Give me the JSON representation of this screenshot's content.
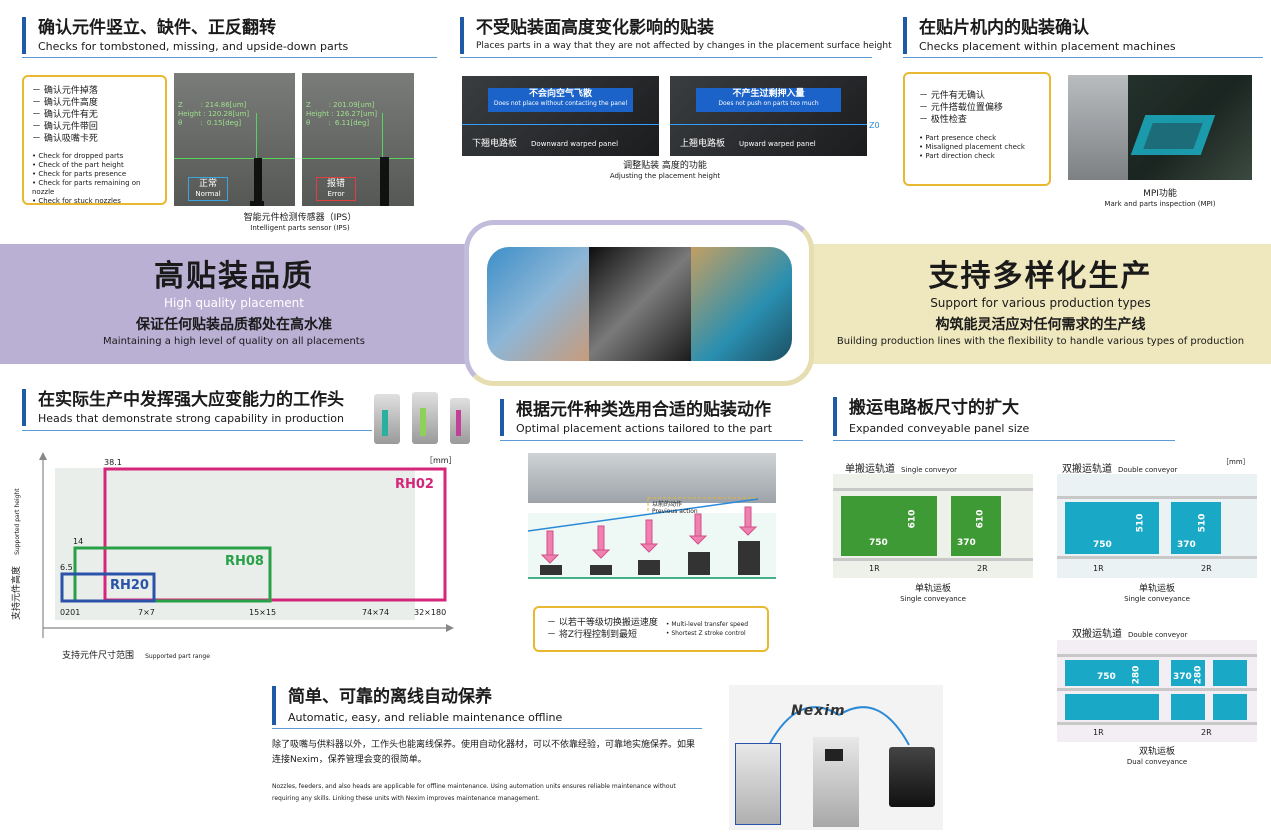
{
  "s1": {
    "title_zh": "确认元件竖立、缺件、正反翻转",
    "title_en": "Checks for tombstoned, missing, and upside-down parts",
    "list_zh": [
      "确认元件掉落",
      "确认元件高度",
      "确认元件有无",
      "确认元件带回",
      "确认吸嘴卡死"
    ],
    "list_en": [
      "Check for dropped parts",
      "Check of the part height",
      "Check for parts presence",
      "Check for parts remaining on nozzle",
      "Check for stuck nozzles"
    ],
    "img1": {
      "line1": "Z        : 214.86[um]",
      "line2": "Height : 120.28[um]",
      "line3": "θ        :  0.15[deg]",
      "zh": "正常",
      "en": "Normal"
    },
    "img2": {
      "line1": "Z        : 201.09[um]",
      "line2": "Height : 126.27[um]",
      "line3": "θ        :  6.11[deg]",
      "zh": "报错",
      "en": "Error"
    },
    "cap_zh": "智能元件检测传感器（IPS）",
    "cap_en": "Intelligent parts sensor (IPS)"
  },
  "s2": {
    "title_zh": "不受贴装面高度变化影响的贴装",
    "title_en": "Places parts in a way that they are not affected by changes in the placement surface height",
    "left": {
      "zh": "不会向空气飞散",
      "en": "Does not place without contacting the panel",
      "bottom_zh": "下翘电路板",
      "bottom_en": "Downward warped panel"
    },
    "right": {
      "zh": "不产生过剩押入量",
      "en": "Does not push on parts too much",
      "bottom_zh": "上翘电路板",
      "bottom_en": "Upward warped panel"
    },
    "z0": "Z0",
    "cap_zh": "调整贴装  高度的功能",
    "cap_en": "Adjusting the placement height"
  },
  "s3": {
    "title_zh": "在贴片机内的贴装确认",
    "title_en": "Checks placement within placement machines",
    "list_zh": [
      "元件有无确认",
      "元件搭载位置偏移",
      "极性检查"
    ],
    "list_en": [
      "Part presence check",
      "Misaligned placement check",
      "Part direction check"
    ],
    "cap_zh": "MPI功能",
    "cap_en": "Mark and parts inspection (MPI)"
  },
  "band_left": {
    "big": "高贴装品质",
    "sub": "High quality placement",
    "zh2": "保证任何贴装品质都处在高水准",
    "en2": "Maintaining a high level of quality on all placements"
  },
  "band_right": {
    "big": "支持多样化生产",
    "sub": "Support for various production types",
    "zh2": "构筑能灵活应对任何需求的生产线",
    "en2": "Building production lines with the flexibility to handle various types of production"
  },
  "s4": {
    "title_zh": "在实际生产中发挥强大应变能力的工作头",
    "title_en": "Heads that demonstrate strong capability in production",
    "unit": "［mm］",
    "yaxis_zh": "支持元件高度",
    "yaxis_en": "Supported part height",
    "xaxis_zh": "支持元件尺寸范围",
    "xaxis_en": "Supported part range",
    "heights": [
      "38.1",
      "14",
      "6.5"
    ],
    "sizes": [
      "0201",
      "7×7",
      "15×15",
      "74×74",
      "32×180"
    ],
    "heads": [
      "RH02",
      "RH08",
      "RH20"
    ],
    "colors": {
      "rh02": "#d4267a",
      "rh08": "#28a048",
      "rh20": "#2a52a8"
    }
  },
  "s5": {
    "title_zh": "根据元件种类选用合适的贴装动作",
    "title_en": "Optimal placement actions tailored to the part",
    "prev_zh": "以前的动作",
    "prev_en": "Previous action",
    "list_zh": [
      "以若干等级切换搬运速度",
      "将Z行程控制到最短"
    ],
    "list_en": [
      "Multi-level transfer speed",
      "Shortest Z stroke control"
    ]
  },
  "s6": {
    "title_zh": "搬运电路板尺寸的扩大",
    "title_en": "Expanded conveyable panel size",
    "unit": "［mm］",
    "single_conv_zh": "单搬运轨道",
    "single_conv_en": "Single conveyor",
    "double_conv_zh": "双搬运轨道",
    "double_conv_en": "Double conveyor",
    "single_panel_zh": "单轨运板",
    "single_panel_en": "Single conveyance",
    "dual_panel_zh": "双轨运板",
    "dual_panel_en": "Dual conveyance",
    "g1": {
      "w1": "750",
      "h1": "610",
      "w2": "370",
      "h2": "610"
    },
    "g2": {
      "w1": "750",
      "h1": "510",
      "w2": "370",
      "h2": "510"
    },
    "g3": {
      "w1": "750",
      "h1": "280",
      "w2": "370",
      "h2": "280"
    },
    "r1": "1R",
    "r2": "2R"
  },
  "s7": {
    "title_zh": "简单、可靠的离线自动保养",
    "title_en": "Automatic, easy, and reliable maintenance offline",
    "body_zh": "除了吸嘴与供料器以外，工作头也能离线保养。使用自动化器材，可以不依靠经验，可靠地实施保养。如果连接Nexim，保养管理会变的很简单。",
    "body_en": "Nozzles, feeders, and also heads are applicable for offline maintenance. Using automation units ensures reliable maintenance without requiring any skills. Linking these units with Nexim improves maintenance management.",
    "logo": "Nexim"
  }
}
